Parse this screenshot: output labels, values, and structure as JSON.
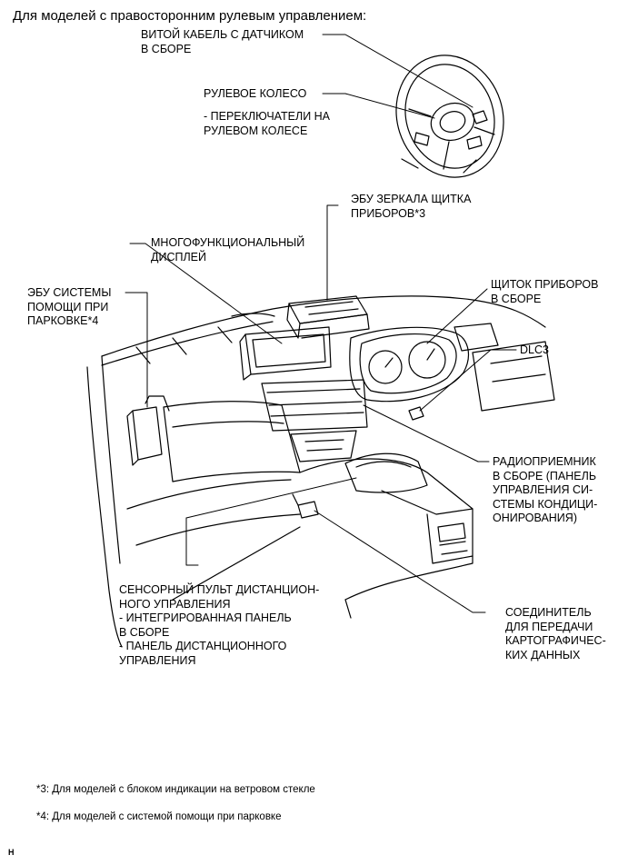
{
  "heading": "Для моделей с правосторонним рулевым управлением:",
  "labels": {
    "spiral_cable": [
      "ВИТОЙ КАБЕЛЬ С ДАТЧИКОМ",
      "В СБОРЕ"
    ],
    "steering_wheel": [
      "РУЛЕВОЕ КОЛЕСО"
    ],
    "steering_switches": [
      "- ПЕРЕКЛЮЧАТЕЛИ НА",
      "РУЛЕВОМ КОЛЕСЕ"
    ],
    "mirror_ecu": [
      "ЭБУ ЗЕРКАЛА ЩИТКА",
      "ПРИБОРОВ*3"
    ],
    "multi_display": [
      "МНОГОФУНКЦИОНАЛЬНЫЙ",
      "ДИСПЛЕЙ"
    ],
    "parking_ecu": [
      "ЭБУ СИСТЕМЫ",
      "ПОМОЩИ ПРИ",
      "ПАРКОВКЕ*4"
    ],
    "combination_meter": [
      "ЩИТОК ПРИБОРОВ",
      "В СБОРЕ"
    ],
    "dlc3": [
      "DLC3"
    ],
    "radio": [
      "РАДИОПРИЕМНИК",
      "В СБОРЕ (ПАНЕЛЬ",
      "УПРАВЛЕНИЯ СИ-",
      "СТЕМЫ КОНДИЦИ-",
      "ОНИРОВАНИЯ)"
    ],
    "touch_remote": [
      "СЕНСОРНЫЙ ПУЛЬТ ДИСТАНЦИОН-",
      "НОГО УПРАВЛЕНИЯ",
      "- ИНТЕГРИРОВАННАЯ ПАНЕЛЬ",
      "В СБОРЕ",
      "- ПАНЕЛЬ ДИСТАНЦИОННОГО",
      "УПРАВЛЕНИЯ"
    ],
    "map_connector": [
      "СОЕДИНИТЕЛЬ",
      "ДЛЯ ПЕРЕДАЧИ",
      "КАРТОГРАФИЧЕС-",
      "КИХ ДАННЫХ"
    ]
  },
  "footnotes": {
    "note3": "*3: Для моделей с блоком индикации на ветровом стекле",
    "note4": "*4: Для моделей с системой помощи при парковке"
  },
  "corner_mark": "H"
}
